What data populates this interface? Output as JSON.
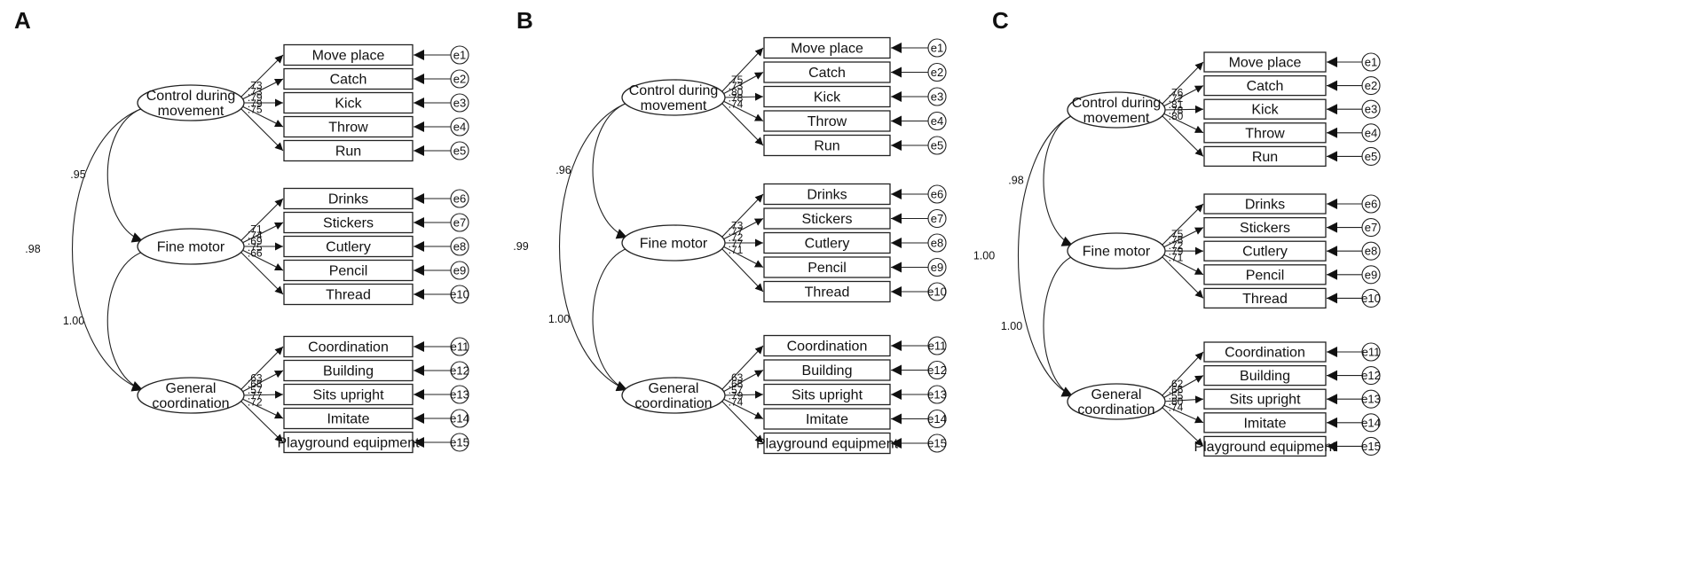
{
  "panels": [
    {
      "label": "A",
      "factors": [
        {
          "label_lines": [
            "Control during",
            "movement"
          ],
          "indicators": [
            "Move place",
            "Catch",
            "Kick",
            "Throw",
            "Run"
          ],
          "errors": [
            "e1",
            "e2",
            "e3",
            "e4",
            "e5"
          ],
          "loadings": [
            ".73",
            ".73",
            ".79",
            ".79",
            ".75"
          ]
        },
        {
          "label_lines": [
            "Fine motor"
          ],
          "indicators": [
            "Drinks",
            "Stickers",
            "Cutlery",
            "Pencil",
            "Thread"
          ],
          "errors": [
            "e6",
            "e7",
            "e8",
            "e9",
            "e10"
          ],
          "loadings": [
            ".71",
            ".74",
            ".69",
            ".75",
            ".66"
          ]
        },
        {
          "label_lines": [
            "General",
            "coordination"
          ],
          "indicators": [
            "Coordination",
            "Building",
            "Sits upright",
            "Imitate",
            "Playground equipment"
          ],
          "errors": [
            "e11",
            "e12",
            "e13",
            "e14",
            "e15"
          ],
          "loadings": [
            ".63",
            ".68",
            ".57",
            ".77",
            ".72"
          ]
        }
      ],
      "covariances": {
        "f1_f2": ".95",
        "f2_f3": "1.00",
        "f1_f3": ".98"
      }
    },
    {
      "label": "B",
      "factors": [
        {
          "label_lines": [
            "Control during",
            "movement"
          ],
          "indicators": [
            "Move place",
            "Catch",
            "Kick",
            "Throw",
            "Run"
          ],
          "errors": [
            "e1",
            "e2",
            "e3",
            "e4",
            "e5"
          ],
          "loadings": [
            ".75",
            ".73",
            ".80",
            ".78",
            ".74"
          ]
        },
        {
          "label_lines": [
            "Fine motor"
          ],
          "indicators": [
            "Drinks",
            "Stickers",
            "Cutlery",
            "Pencil",
            "Thread"
          ],
          "errors": [
            "e6",
            "e7",
            "e8",
            "e9",
            "e10"
          ],
          "loadings": [
            ".73",
            ".77",
            ".72",
            ".77",
            ".71"
          ]
        },
        {
          "label_lines": [
            "General",
            "coordination"
          ],
          "indicators": [
            "Coordination",
            "Building",
            "Sits upright",
            "Imitate",
            "Playground equipment"
          ],
          "errors": [
            "e11",
            "e12",
            "e13",
            "e14",
            "e15"
          ],
          "loadings": [
            ".63",
            ".68",
            ".57",
            ".79",
            ".74"
          ]
        }
      ],
      "covariances": {
        "f1_f2": ".96",
        "f2_f3": "1.00",
        "f1_f3": ".99"
      }
    },
    {
      "label": "C",
      "factors": [
        {
          "label_lines": [
            "Control during",
            "movement"
          ],
          "indicators": [
            "Move place",
            "Catch",
            "Kick",
            "Throw",
            "Run"
          ],
          "errors": [
            "e1",
            "e2",
            "e3",
            "e4",
            "e5"
          ],
          "loadings": [
            ".76",
            ".72",
            ".81",
            ".78",
            ".80"
          ]
        },
        {
          "label_lines": [
            "Fine motor"
          ],
          "indicators": [
            "Drinks",
            "Stickers",
            "Cutlery",
            "Pencil",
            "Thread"
          ],
          "errors": [
            "e6",
            "e7",
            "e8",
            "e9",
            "e10"
          ],
          "loadings": [
            ".75",
            ".78",
            ".72",
            ".79",
            ".71"
          ]
        },
        {
          "label_lines": [
            "General",
            "coordination"
          ],
          "indicators": [
            "Coordination",
            "Building",
            "Sits upright",
            "Imitate",
            "Playground equipment"
          ],
          "errors": [
            "e11",
            "e12",
            "e13",
            "e14",
            "e15"
          ],
          "loadings": [
            ".62",
            ".66",
            ".55",
            ".80",
            ".74"
          ]
        }
      ],
      "covariances": {
        "f1_f2": ".98",
        "f2_f3": "1.00",
        "f1_f3": "1.00"
      }
    }
  ]
}
